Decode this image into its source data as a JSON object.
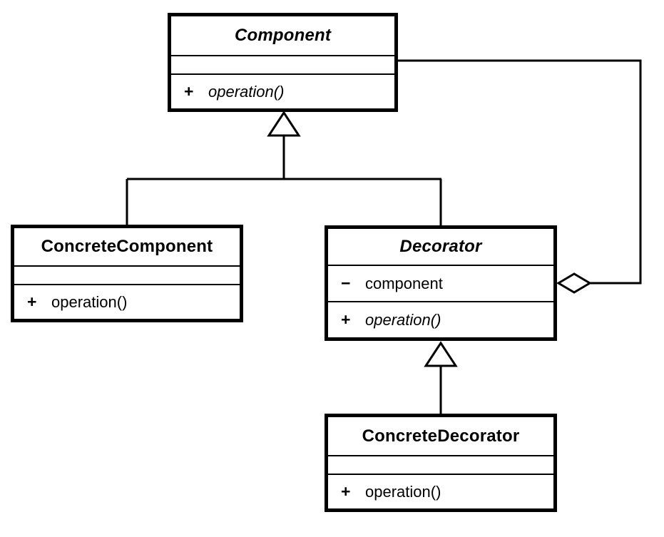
{
  "diagram": {
    "kind": "uml-class-diagram",
    "pattern": "Decorator",
    "background_color": "#FFFFFF",
    "line_color": "#000000",
    "text_color": "#000000"
  },
  "classes": {
    "component": {
      "name": "Component",
      "abstract": true,
      "attributes": [],
      "operations": [
        {
          "visibility": "+",
          "name": "operation()",
          "abstract": true
        }
      ]
    },
    "concrete_component": {
      "name": "ConcreteComponent",
      "abstract": false,
      "attributes": [],
      "operations": [
        {
          "visibility": "+",
          "name": "operation()",
          "abstract": false
        }
      ]
    },
    "decorator": {
      "name": "Decorator",
      "abstract": true,
      "attributes": [
        {
          "visibility": "−",
          "name": "component"
        }
      ],
      "operations": [
        {
          "visibility": "+",
          "name": "operation()",
          "abstract": true
        }
      ]
    },
    "concrete_decorator": {
      "name": "ConcreteDecorator",
      "abstract": false,
      "attributes": [],
      "operations": [
        {
          "visibility": "+",
          "name": "operation()",
          "abstract": false
        }
      ]
    }
  },
  "relationships": [
    {
      "id": "generalization-concrete-component",
      "type": "generalization",
      "from": "concrete_component",
      "to": "component",
      "marker": "hollow-triangle",
      "label": ""
    },
    {
      "id": "generalization-decorator",
      "type": "generalization",
      "from": "decorator",
      "to": "component",
      "marker": "hollow-triangle",
      "label": ""
    },
    {
      "id": "generalization-concrete-decorator",
      "type": "generalization",
      "from": "concrete_decorator",
      "to": "decorator",
      "marker": "hollow-triangle",
      "label": ""
    },
    {
      "id": "aggregation-decorator-component",
      "type": "aggregation",
      "from": "decorator",
      "to": "component",
      "marker": "hollow-diamond",
      "label": ""
    }
  ]
}
